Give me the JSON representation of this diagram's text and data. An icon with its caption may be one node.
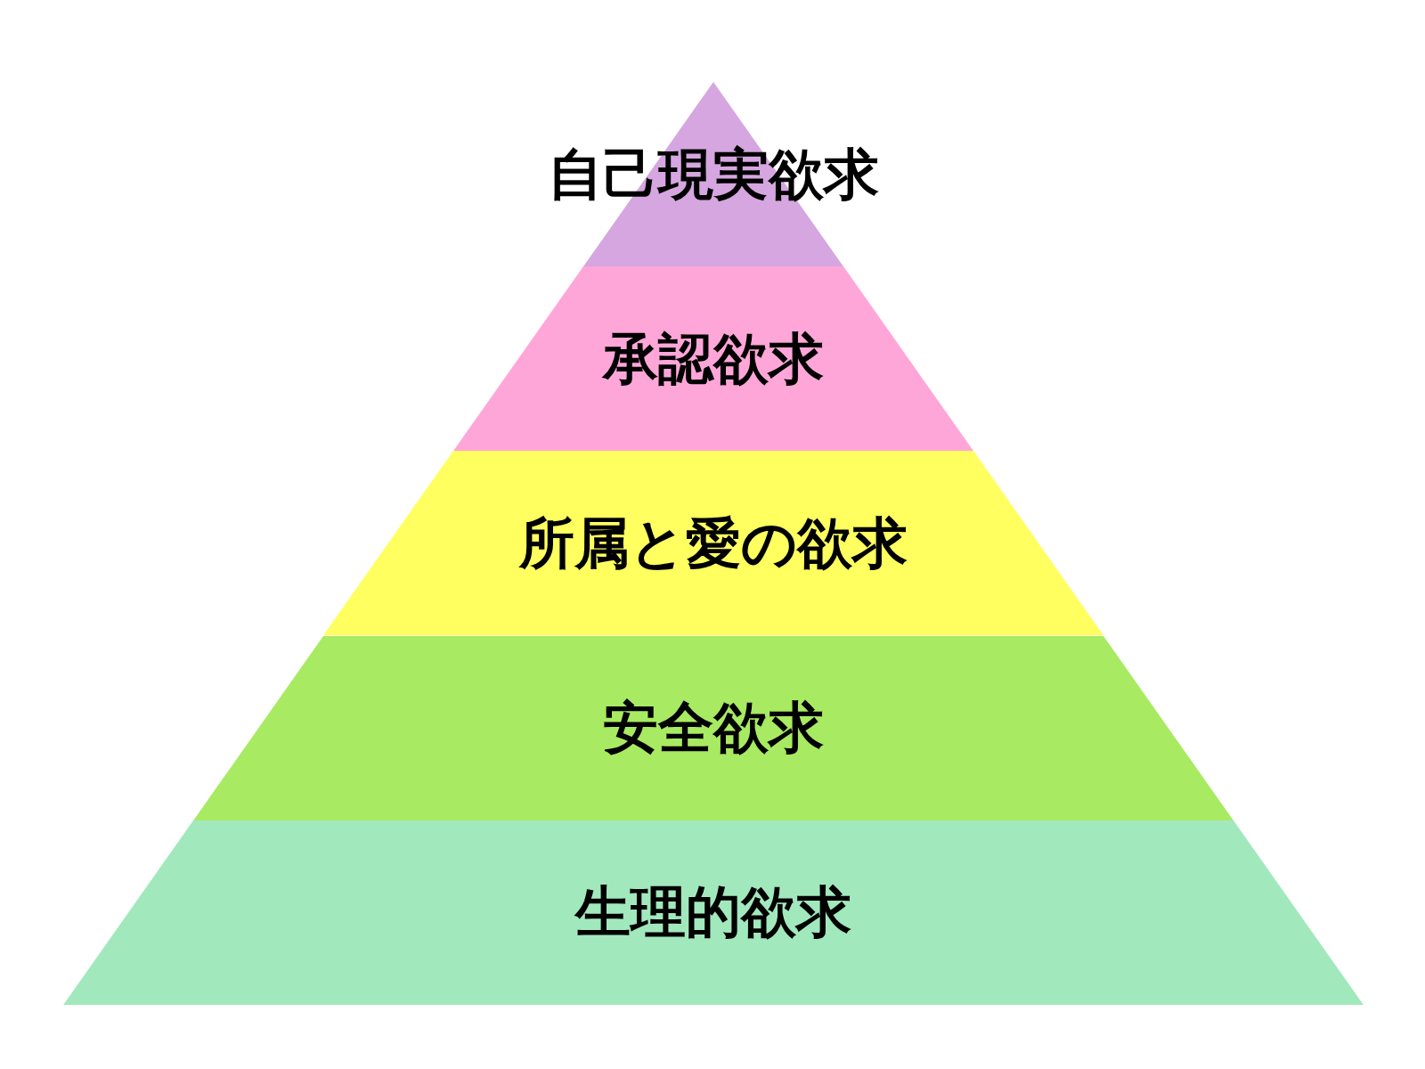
{
  "diagram": {
    "nodes": [
      {
        "text": [
          "自己現実欲求"
        ]
      },
      {
        "text": [
          "承認欲求"
        ]
      },
      {
        "text": [
          "所属と愛の欲求"
        ]
      },
      {
        "text": [
          "安全欲求"
        ]
      },
      {
        "text": [
          "生理的欲求"
        ]
      }
    ]
  }
}
